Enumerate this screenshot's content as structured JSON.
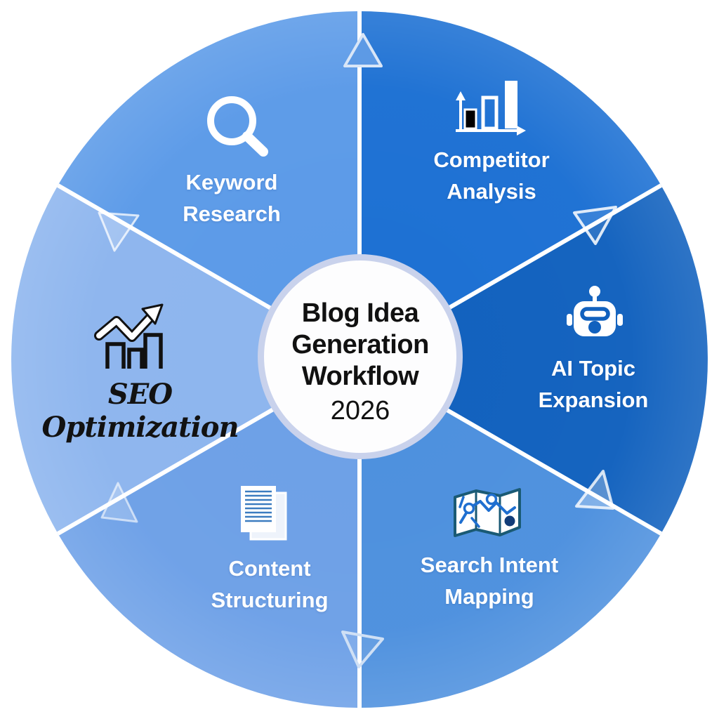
{
  "diagram": {
    "title_line1": "Blog Idea",
    "title_line2": "Generation",
    "title_line3": "Workflow",
    "year": "2026"
  },
  "segments": {
    "keyword_research": {
      "line1": "Keyword",
      "line2": "Research",
      "color": "#5b9ae8",
      "icon": "magnifier-search-icon"
    },
    "competitor_analysis": {
      "line1": "Competitor",
      "line2": "Analysis",
      "color": "#1c70d3",
      "icon": "bar-chart-icon"
    },
    "ai_topic_expansion": {
      "line1": "AI Topic",
      "line2": "Expansion",
      "color": "#1161be",
      "icon": "robot-icon"
    },
    "search_intent_mapping": {
      "line1": "Search Intent",
      "line2": "Mapping",
      "color": "#4d90de",
      "icon": "map-route-icon"
    },
    "content_structuring": {
      "line1": "Content",
      "line2": "Structuring",
      "color": "#6da0e7",
      "icon": "documents-icon"
    },
    "seo_optimization": {
      "label": "SEO Optimization",
      "color": "#8db5ee",
      "icon": "growth-chart-arrow-icon"
    }
  },
  "colors": {
    "divider_line": "#ffffff",
    "center_ring": "#c9d2ec",
    "center_fill": "#fdfdfe",
    "title_text": "#111111",
    "segment_label_text": "#ffffff",
    "seo_label_text": "#121212",
    "icon_dark": "#111111",
    "map_outline": "#1a5a74",
    "map_route_blue": "#1f6fd0",
    "doc_line_blue": "#3c7cc0"
  }
}
